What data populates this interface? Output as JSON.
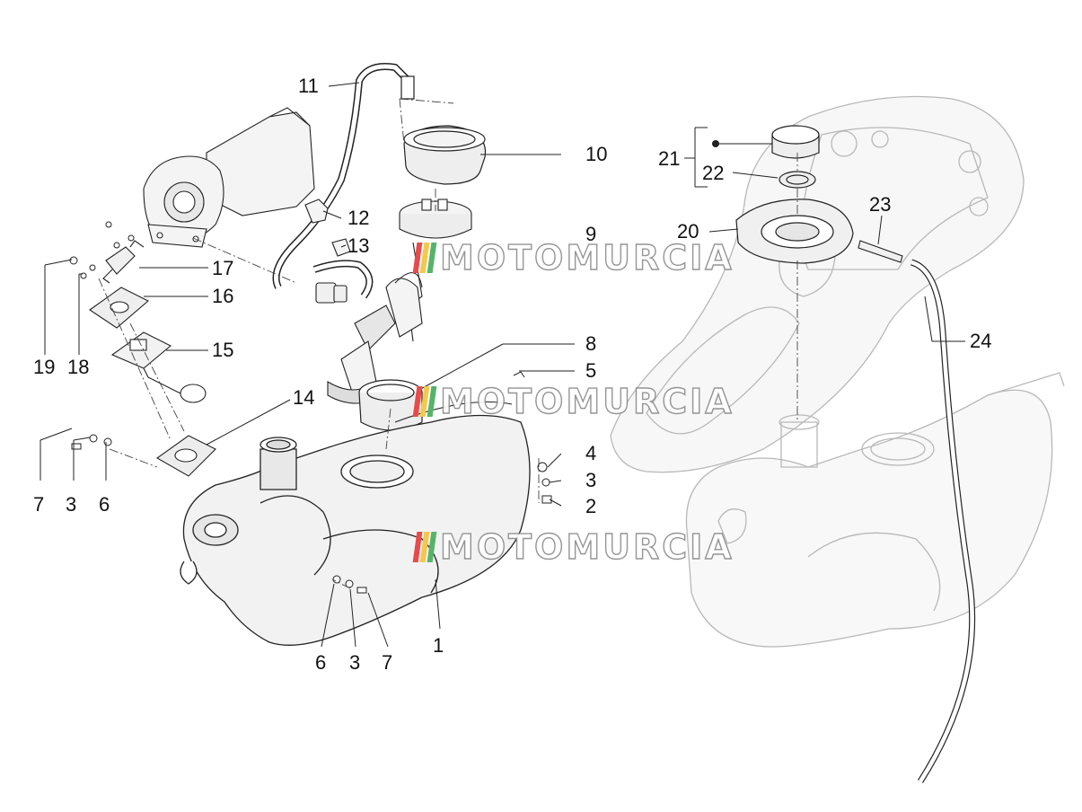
{
  "watermark": {
    "text": "MOTOMURCIA",
    "bar_colors": [
      "#e84b4b",
      "#f2c94c",
      "#56b36a"
    ]
  },
  "callouts": {
    "p1": "1",
    "p2": "2",
    "p3a": "3",
    "p3b": "3",
    "p3c": "3",
    "p4": "4",
    "p5": "5",
    "p6a": "6",
    "p6b": "6",
    "p7a": "7",
    "p7b": "7",
    "p8": "8",
    "p9": "9",
    "p10": "10",
    "p11": "11",
    "p12": "12",
    "p13": "13",
    "p14": "14",
    "p15": "15",
    "p16": "16",
    "p17": "17",
    "p18": "18",
    "p19": "19",
    "p20": "20",
    "p21": "21",
    "p22": "22",
    "p23": "23",
    "p24": "24"
  },
  "colors": {
    "line": "#222222",
    "faded_line": "#b8b8b8",
    "fill": "#f4f4f4",
    "fill_dark": "#d0d0d0"
  }
}
